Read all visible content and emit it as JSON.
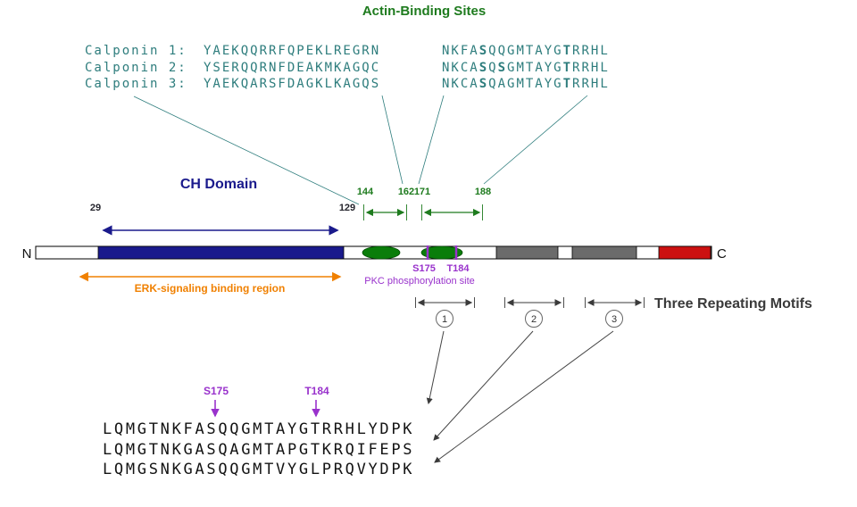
{
  "header": {
    "title": "Actin-Binding Sites"
  },
  "alignment": {
    "rows": [
      {
        "label": "Calponin 1:",
        "left": "YAEKQQRRFQPEKLREGRN",
        "right": [
          {
            "t": "NKFA",
            "b": false
          },
          {
            "t": "S",
            "b": true
          },
          {
            "t": "QQGMTAYG",
            "b": false
          },
          {
            "t": "T",
            "b": true
          },
          {
            "t": "RRHL",
            "b": false
          }
        ]
      },
      {
        "label": "Calponin 2:",
        "left": "YSERQQRNFDEAKMKAGQC",
        "right": [
          {
            "t": "NKCA",
            "b": false
          },
          {
            "t": "S",
            "b": true
          },
          {
            "t": "Q",
            "b": false
          },
          {
            "t": "S",
            "b": true
          },
          {
            "t": "GMTAYG",
            "b": false
          },
          {
            "t": "T",
            "b": true
          },
          {
            "t": "RRHL",
            "b": false
          }
        ]
      },
      {
        "label": "Calponin 3:",
        "left": "YAEKQARSFDAGKLKAGQS",
        "right": [
          {
            "t": "NKCA",
            "b": false
          },
          {
            "t": "S",
            "b": true
          },
          {
            "t": "QAGMTAYG",
            "b": false
          },
          {
            "t": "T",
            "b": true
          },
          {
            "t": "RRHL",
            "b": false
          }
        ]
      }
    ]
  },
  "map": {
    "ch_domain": "CH Domain",
    "n_label": "N",
    "c_label": "C",
    "pos29": "29",
    "pos129": "129",
    "pos144": "144",
    "pos162": "162",
    "pos171": "171",
    "pos188": "188",
    "s175": "S175",
    "t184": "T184",
    "pkc_site": "PKC phosphorylation site",
    "erk_region": "ERK-signaling binding region",
    "three_motifs": "Three Repeating Motifs",
    "motif1": "1",
    "motif2": "2",
    "motif3": "3"
  },
  "repeats": {
    "s175": "S175",
    "t184": "T184",
    "sequences": [
      "LQMGTNKFASQQGMTAYGTRRHLYDPK",
      "LQMGTNKGASQAGMTAPGTKRQIFEPS",
      "LQMGSNKGASQQGMTVYGLPRQVYDPK"
    ]
  },
  "colors": {
    "title_green": "#1e7b1e",
    "sequence_teal": "#2e7d7d",
    "ch_domain_navy": "#1a1a8c",
    "actin_site_green": "#0a7d0a",
    "phospho_purple": "#9932cc",
    "erk_orange": "#f08000",
    "c_terminal_red": "#cc1111",
    "repeat_gray": "#6b6b6b"
  }
}
